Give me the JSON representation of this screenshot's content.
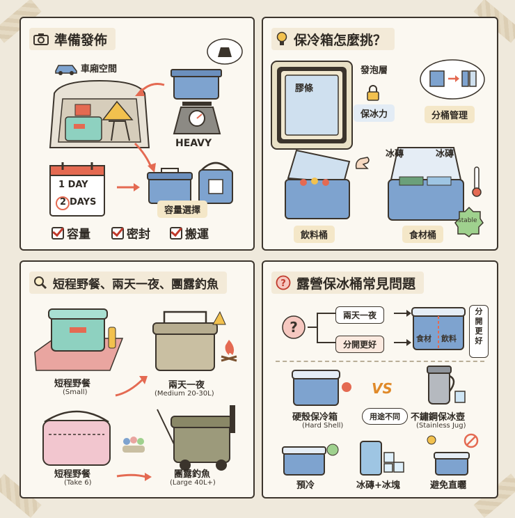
{
  "colors": {
    "paper": "#efe9dc",
    "panel": "#fbf8f1",
    "blue": "#7ea3cf",
    "teal": "#8ed1c0",
    "pink": "#f2c6cf",
    "olive": "#9c9a7b",
    "sand": "#c9bfa2",
    "red": "#e46a52",
    "yellow": "#f2c14e"
  },
  "panel1": {
    "title": "準備發佈",
    "icon": "camera-icon",
    "trunk_label": "車廂空間",
    "weight_label": "HEAVY",
    "calendar": {
      "line1": "1 DAY",
      "num": "2",
      "line2": "DAYS"
    },
    "capacity_label": "容量選擇",
    "checks": [
      "容量",
      "密封",
      "搬運"
    ]
  },
  "panel2": {
    "title": "保冷箱怎麼挑？",
    "icon": "lightbulb-icon",
    "foam": "發泡層",
    "gasket": "膠條",
    "insulation": "保冰力",
    "split": "分桶管理",
    "ice1": "冰磚",
    "ice2": "冰磚",
    "drinks": "飲料桶",
    "food": "食材桶",
    "stable": "stable"
  },
  "panel3": {
    "title": "短程野餐、兩天一夜、團露釣魚",
    "icon": "magnifier-icon",
    "items": [
      {
        "name": "短程野餐",
        "size": "(Small)"
      },
      {
        "name": "兩天一夜",
        "size": "(Medium 20-30L)"
      },
      {
        "name": "短程野餐",
        "size": "(Take 6)"
      },
      {
        "name": "團露釣魚",
        "size": "(Large 40L+)"
      }
    ]
  },
  "panel4": {
    "title": "露營保冰桶常見問題",
    "icon": "question-icon",
    "opt1": "兩天一夜",
    "opt2": "分開更好",
    "food": "食材",
    "drink": "飲料",
    "side": "分開更好",
    "hard": "硬殼保冷箱",
    "hard_en": "(Hard Shell)",
    "vs": "VS",
    "steel": "不鏽鋼保冰壺",
    "steel_en": "(Stainless Jug)",
    "diff": "用途不同",
    "tips": [
      "預冷",
      "冰磚+冰塊",
      "避免直曬"
    ]
  }
}
